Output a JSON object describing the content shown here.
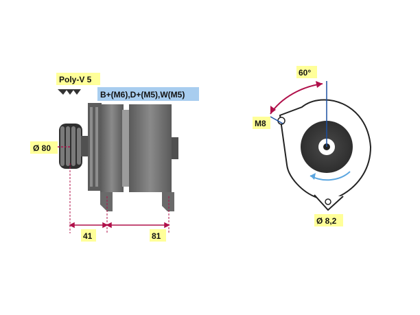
{
  "labels": {
    "belt": "Poly-V 5",
    "terminals": "B+(M6),D+(M5),W(M5)",
    "pulley_diameter": "Ø 80",
    "dim_front": "41",
    "dim_mount": "81",
    "angle": "60°",
    "thread": "M8",
    "hole_diameter": "Ø 8,2"
  },
  "colors": {
    "label_bg": "#ffff99",
    "terminal_bg": "#a8cdef",
    "dimension": "#b0104a",
    "body_dark": "#404040",
    "body_mid": "#6e6e6e",
    "body_light": "#9a9a9a",
    "arrow": "#5ba6e0"
  }
}
